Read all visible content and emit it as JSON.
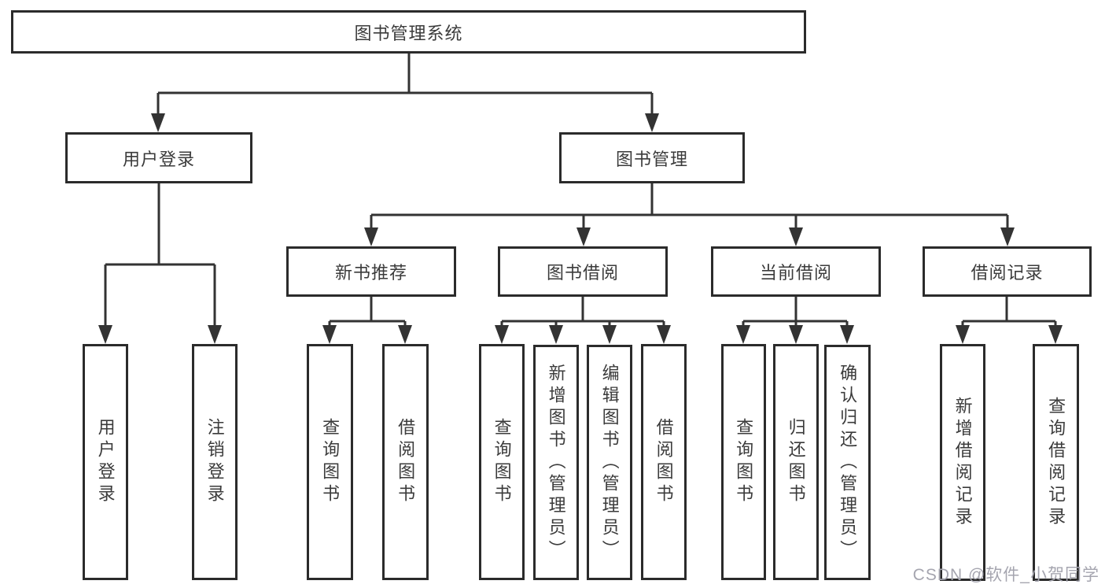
{
  "tree": {
    "label": "图书管理系统",
    "children": [
      {
        "label": "用户登录",
        "children": [
          {
            "label": "用户登录"
          },
          {
            "label": "注销登录"
          }
        ]
      },
      {
        "label": "图书管理",
        "children": [
          {
            "label": "新书推荐",
            "children": [
              {
                "label": "查询图书"
              },
              {
                "label": "借阅图书"
              }
            ]
          },
          {
            "label": "图书借阅",
            "children": [
              {
                "label": "查询图书"
              },
              {
                "label": "新增图书（管理员）"
              },
              {
                "label": "编辑图书（管理员）"
              },
              {
                "label": "借阅图书"
              }
            ]
          },
          {
            "label": "当前借阅",
            "children": [
              {
                "label": "查询图书"
              },
              {
                "label": "归还图书"
              },
              {
                "label": "确认归还（管理员）"
              }
            ]
          },
          {
            "label": "借阅记录",
            "children": [
              {
                "label": "新增借阅记录"
              },
              {
                "label": "查询借阅记录"
              }
            ]
          }
        ]
      }
    ]
  },
  "watermark": {
    "text": "CSDN @软件_小贺同学"
  },
  "colors": {
    "line": "#333333",
    "box_border": "#2b2b2b",
    "box_background": "#ffffff",
    "text": "#3b3b3b",
    "watermark": "#a5a5af",
    "background": "#ffffff"
  }
}
